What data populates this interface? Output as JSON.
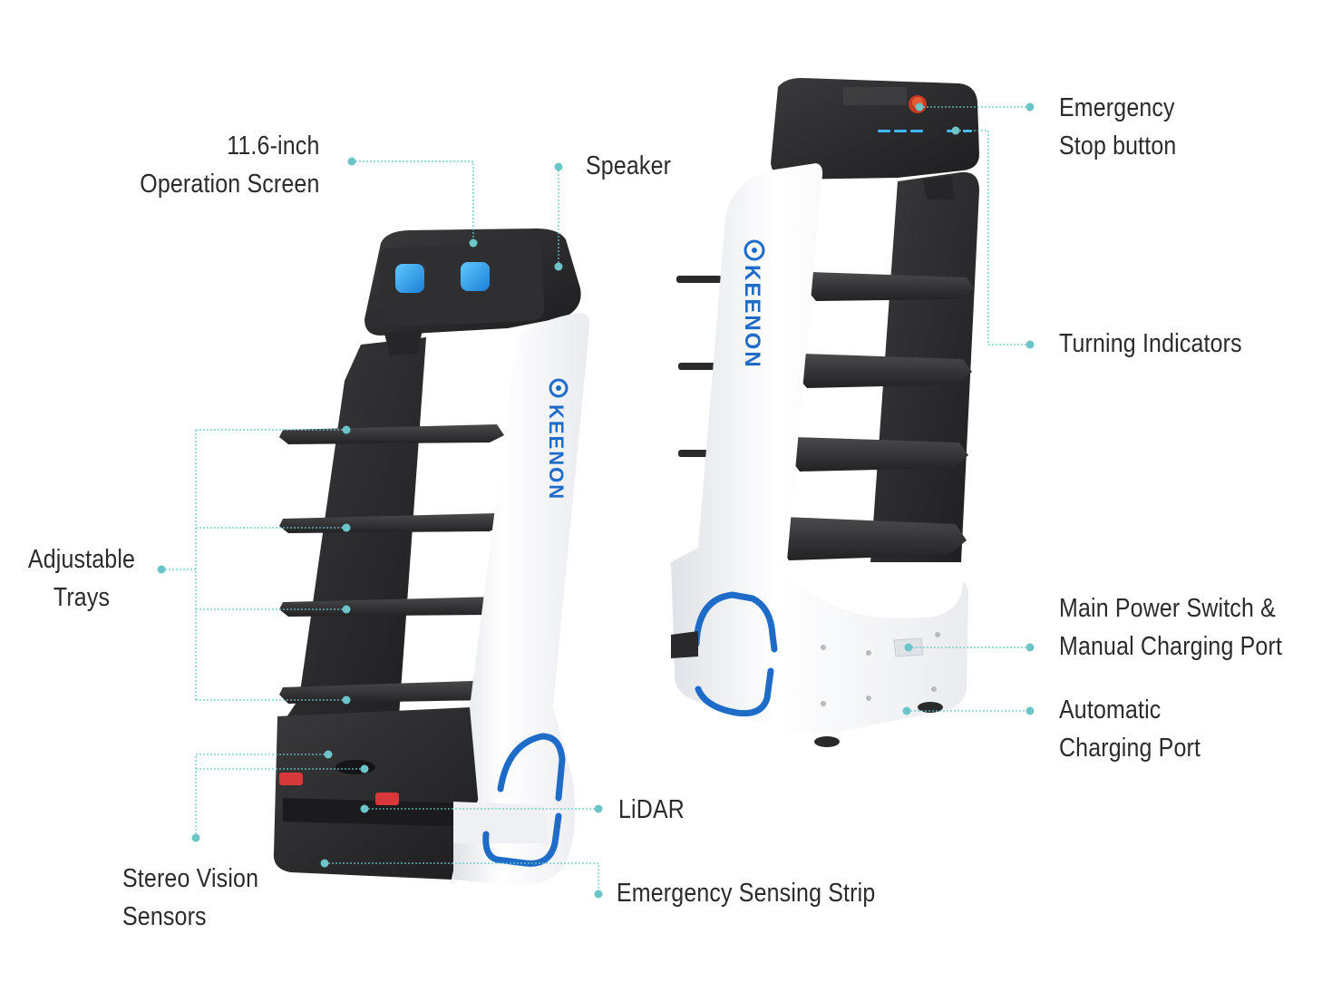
{
  "colors": {
    "leader": "#6cc6c9",
    "robot_dark": "#2b2b2b",
    "robot_white": "#f4f5f7",
    "accent_blue": "#1f6cc8",
    "text": "#2b2b2b"
  },
  "brand": "KEENON",
  "labels": {
    "operation_screen": [
      "11.6-inch",
      "Operation Screen"
    ],
    "speaker": [
      "Speaker"
    ],
    "adjustable_trays": [
      "Adjustable",
      "Trays"
    ],
    "stereo_vision_sensors": [
      "Stereo Vision",
      "Sensors"
    ],
    "lidar": [
      "LiDAR"
    ],
    "emergency_sensing_strip": [
      "Emergency Sensing Strip"
    ],
    "emergency_stop_button": [
      "Emergency",
      "Stop button"
    ],
    "turning_indicators": [
      "Turning Indicators"
    ],
    "main_power_switch": [
      "Main Power Switch &",
      "Manual Charging Port"
    ],
    "automatic_charging_port": [
      "Automatic",
      "Charging Port"
    ]
  }
}
